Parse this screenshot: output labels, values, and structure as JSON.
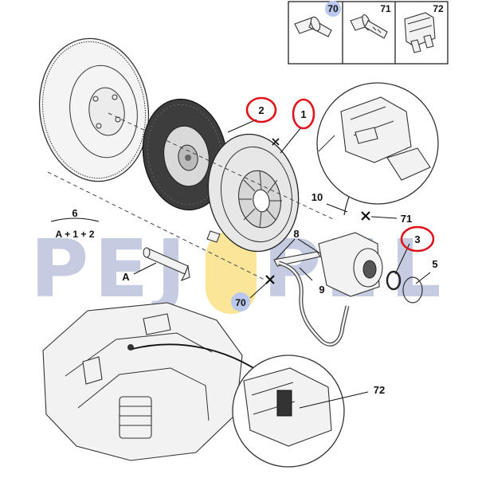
{
  "legend": [
    {
      "number": "70",
      "icon": "bolt-icon",
      "highlighted": true
    },
    {
      "number": "71",
      "icon": "flange-bolt-icon",
      "highlighted": false
    },
    {
      "number": "72",
      "icon": "clip-icon",
      "highlighted": false
    }
  ],
  "callouts": {
    "c1": "1",
    "c2": "2",
    "c3": "3",
    "c5": "5",
    "c6": "6",
    "c6_formula": "A + 1 + 2",
    "c8": "8",
    "c9": "9",
    "c10": "10",
    "c71": "71",
    "c70": "70",
    "c72": "72",
    "cA": "A"
  },
  "watermark": {
    "p": "P",
    "e": "E",
    "j": "J",
    "o": "O",
    "p2": "P",
    "e2": "E",
    "l": "L"
  },
  "colors": {
    "highlight_ring": "#e0121b",
    "badge_70": "#b9c8ec",
    "watermark_blue": "#5a6aa6",
    "watermark_yellow": "#f5d046"
  }
}
